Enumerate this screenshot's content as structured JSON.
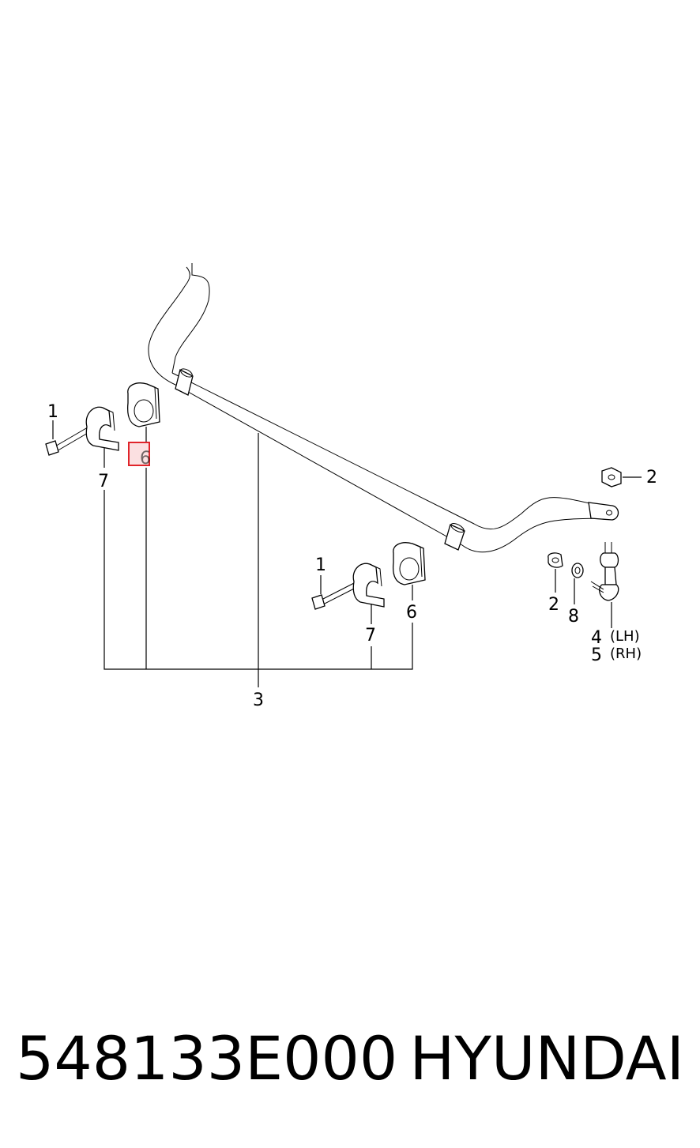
{
  "callouts": {
    "bolt_left": "1",
    "bolt_center": "1",
    "nut_top": "2",
    "nut_bottom": "2",
    "stabilizer_bar": "3",
    "link_lh": "4",
    "link_lh_side": "(LH)",
    "link_rh": "5",
    "link_rh_side": "(RH)",
    "bushing_left": "6",
    "bushing_center": "6",
    "bracket_left": "7",
    "bracket_center": "7",
    "washer": "8"
  },
  "highlight": {
    "target": "bushing_left",
    "color": "#e0242a"
  },
  "footer": {
    "part_number": "548133E000",
    "brand": "HYUNDAI"
  }
}
